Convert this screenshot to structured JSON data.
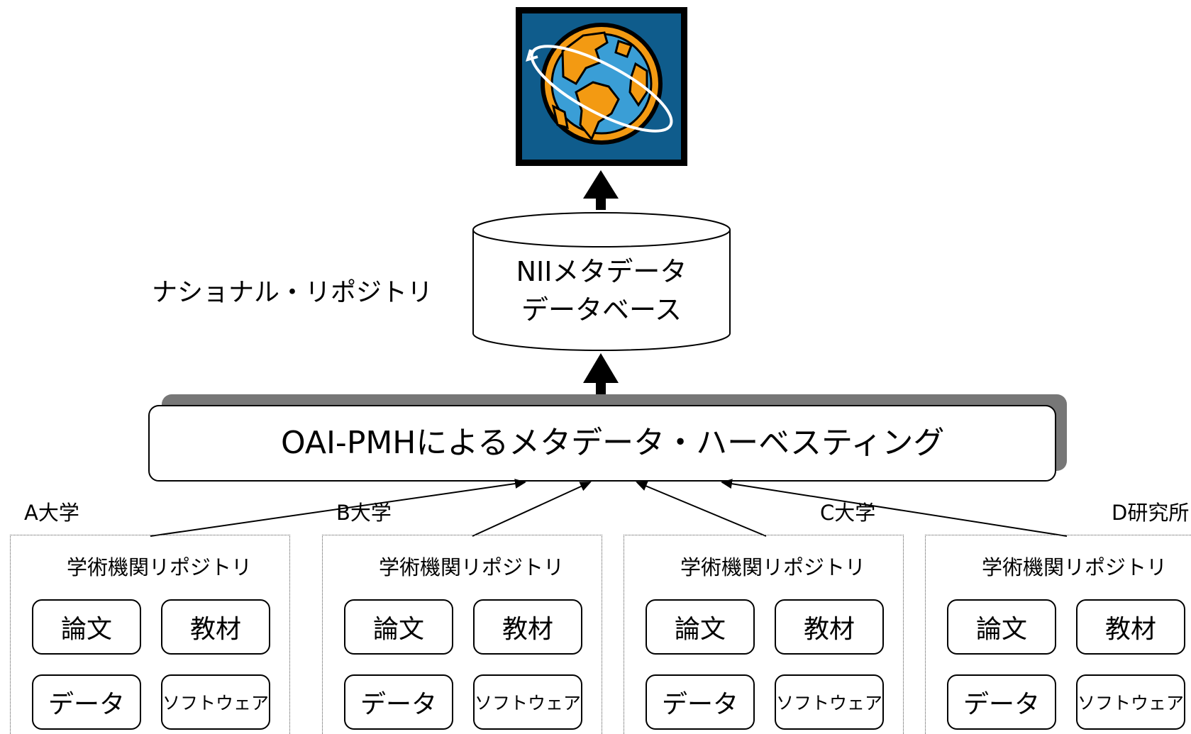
{
  "national_repository_label": "ナショナル・リポジトリ",
  "database": {
    "line1": "NIIメタデータ",
    "line2": "データベース"
  },
  "harvesting_label": "OAI-PMHによるメタデータ・ハーベスティング",
  "globe_icon": "globe-icon",
  "colors": {
    "globe_background": "#0f5c8c",
    "land": "#f39a12",
    "ocean": "#3a9ed6",
    "shadow": "#777777"
  },
  "institutions": [
    {
      "name": "A大学",
      "title": "学術機関リポジトリ",
      "items": [
        "論文",
        "教材",
        "データ",
        "ソフトウェア"
      ]
    },
    {
      "name": "B大学",
      "title": "学術機関リポジトリ",
      "items": [
        "論文",
        "教材",
        "データ",
        "ソフトウェア"
      ]
    },
    {
      "name": "C大学",
      "title": "学術機関リポジトリ",
      "items": [
        "論文",
        "教材",
        "データ",
        "ソフトウェア"
      ]
    },
    {
      "name": "D研究所",
      "title": "学術機関リポジトリ",
      "items": [
        "論文",
        "教材",
        "データ",
        "ソフトウェア"
      ]
    }
  ]
}
